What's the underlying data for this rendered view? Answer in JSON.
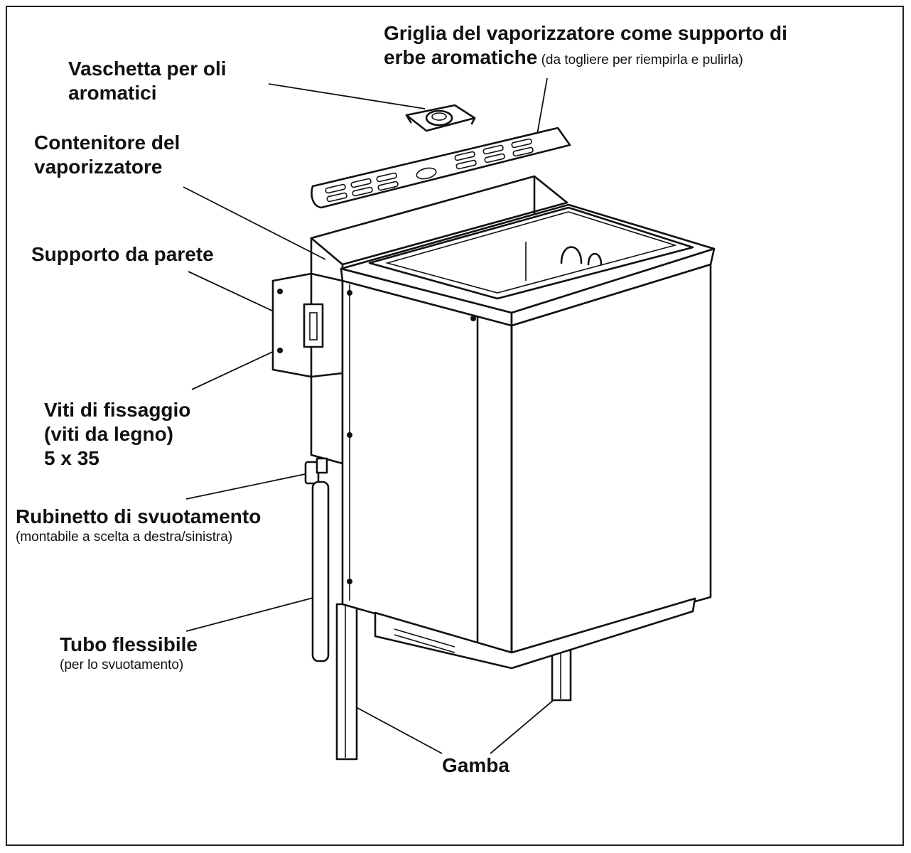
{
  "labels": {
    "oil_tray": {
      "line1": "Vaschetta per oli",
      "line2": "aromatici"
    },
    "grille": {
      "line1": "Griglia del vaporizzatore come supporto di",
      "line2_bold": "erbe aromatiche",
      "line2_note": " (da togliere per riempirla e pulirla)"
    },
    "container": {
      "line1": "Contenitore del",
      "line2": "vaporizzatore"
    },
    "wall_mount": {
      "line1": "Supporto da parete"
    },
    "screws": {
      "line1": "Viti di fissaggio",
      "line2": "(viti da legno)",
      "line3": "5 x 35"
    },
    "drain_tap": {
      "line1": "Rubinetto di svuotamento",
      "note": "(montabile a scelta a destra/sinistra)"
    },
    "hose": {
      "line1": "Tubo flessibile",
      "note": "(per lo svuotamento)"
    },
    "leg": {
      "line1": "Gamba"
    }
  }
}
